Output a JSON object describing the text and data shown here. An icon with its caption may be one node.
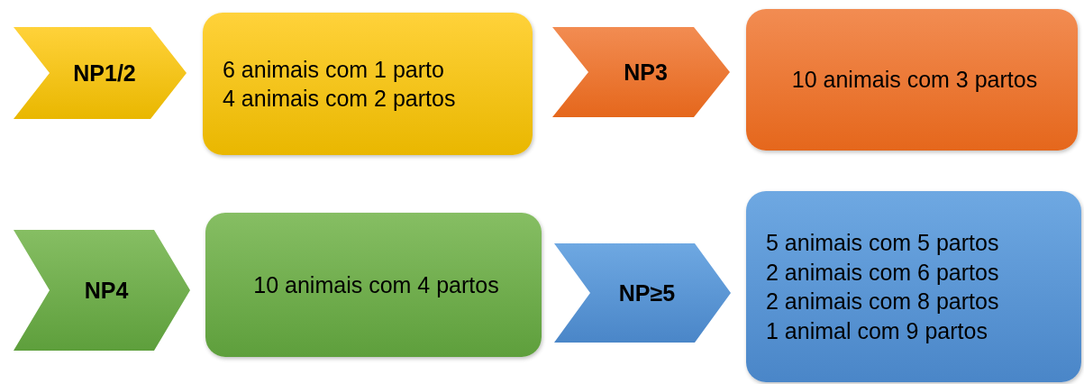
{
  "diagram": {
    "nodes": [
      {
        "text": [
          "NP1/2"
        ]
      },
      {
        "text": [
          "6 animais com 1 parto",
          "4 animais com 2 partos"
        ]
      },
      {
        "text": [
          "NP3"
        ]
      },
      {
        "text": [
          "10 animais com 3 partos"
        ]
      },
      {
        "text": [
          "NP4"
        ]
      },
      {
        "text": [
          "10 animais com 4 partos"
        ]
      },
      {
        "text": [
          "NP≥5"
        ]
      },
      {
        "text": [
          "5 animais com 5 partos",
          "2 animais com 6 partos",
          "2 animais com 8 partos",
          "1 animal com 9 partos"
        ]
      }
    ]
  }
}
